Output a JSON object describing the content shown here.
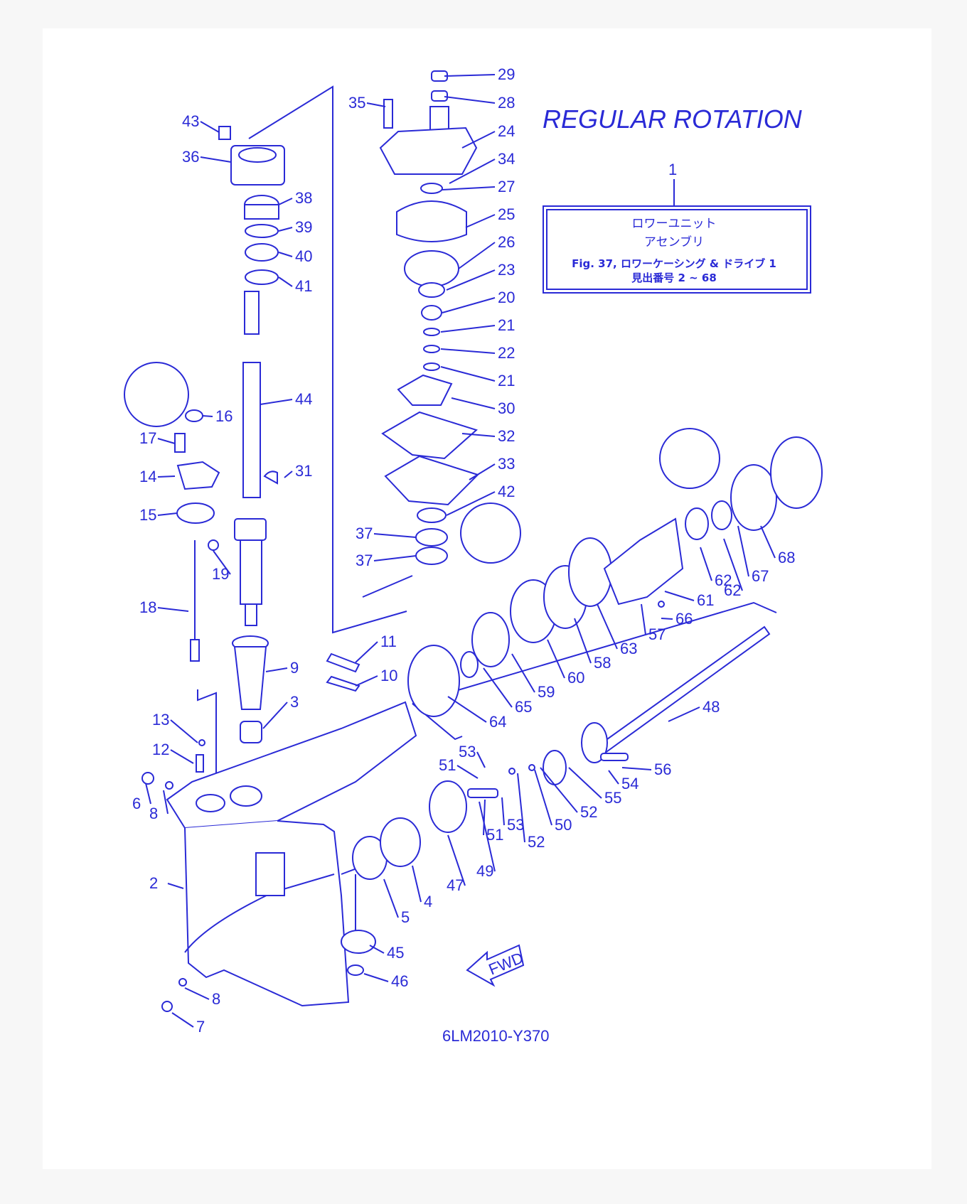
{
  "title": "REGULAR ROTATION",
  "caption": "6LM2010-Y370",
  "fwd_label": "FWD",
  "info_box": {
    "ref": "1",
    "line1": "ロワーユニット",
    "line2": "アセンブリ",
    "line3": "Fig. 37, ロワーケーシング & ドライブ 1",
    "line4": "見出番号 2 ~ 68"
  },
  "callouts": [
    "29",
    "28",
    "35",
    "24",
    "34",
    "27",
    "25",
    "26",
    "23",
    "20",
    "21",
    "22",
    "21",
    "30",
    "32",
    "33",
    "42",
    "37",
    "37",
    "43",
    "36",
    "38",
    "39",
    "40",
    "41",
    "44",
    "16",
    "17",
    "14",
    "31",
    "15",
    "19",
    "18",
    "11",
    "10",
    "9",
    "3",
    "13",
    "12",
    "6",
    "8",
    "2",
    "8",
    "7",
    "5",
    "4",
    "47",
    "49",
    "45",
    "46",
    "51",
    "53",
    "51",
    "53",
    "52",
    "50",
    "52",
    "55",
    "54",
    "56",
    "48",
    "64",
    "65",
    "59",
    "60",
    "58",
    "63",
    "57",
    "66",
    "61",
    "62",
    "62",
    "67",
    "68"
  ],
  "colors": {
    "ink": "#2a2ad6",
    "background": "#ffffff"
  }
}
